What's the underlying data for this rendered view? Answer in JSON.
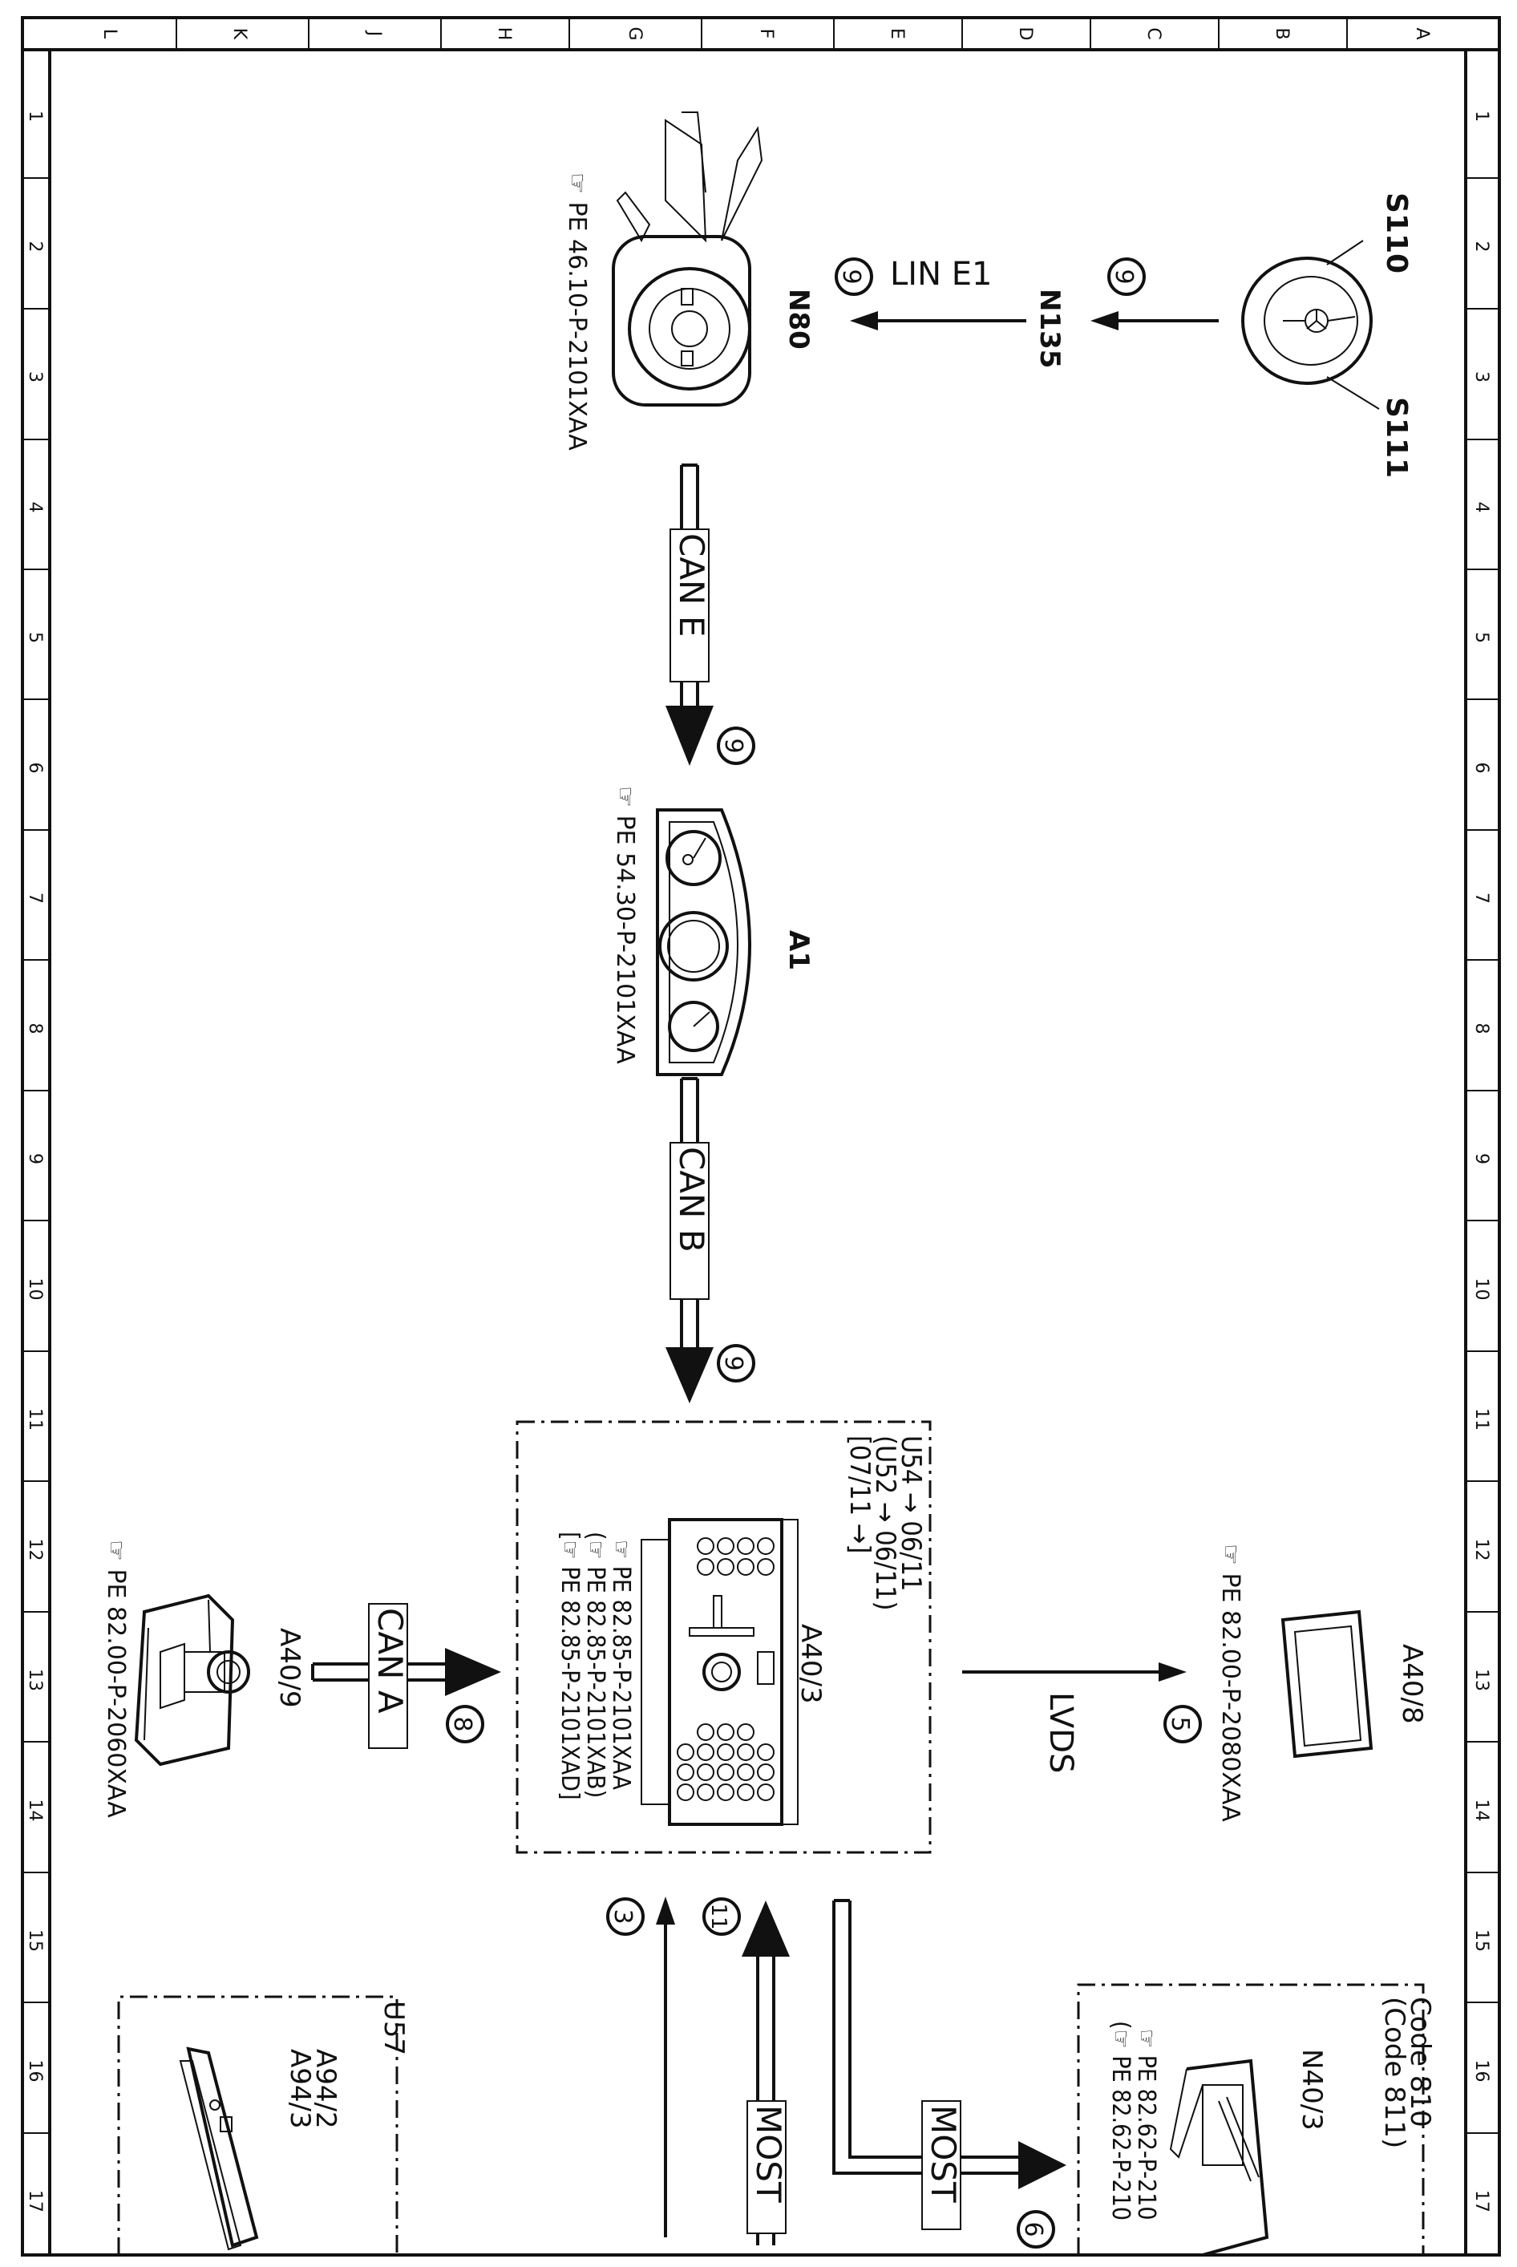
{
  "border": {
    "columns": [
      "L",
      "K",
      "J",
      "H",
      "G",
      "F",
      "E",
      "D",
      "C",
      "B",
      "A"
    ],
    "rows": [
      "1",
      "2",
      "3",
      "4",
      "5",
      "6",
      "7",
      "8",
      "9",
      "10",
      "11",
      "12",
      "13",
      "14",
      "15",
      "16",
      "17"
    ]
  },
  "components": {
    "s110": "S110",
    "s111": "S111",
    "n135": "N135",
    "n80": "N80",
    "a1": "A1",
    "a40_3": "A40/3",
    "a40_8": "A40/8",
    "a40_9": "A40/9",
    "n40_3": "N40/3",
    "a94_2": "A94/2",
    "a94_3": "A94/3"
  },
  "bus_labels": {
    "lin_e1": "LIN E1",
    "can_e": "CAN E",
    "can_b": "CAN B",
    "can_a": "CAN A",
    "lvds": "LVDS",
    "most_a": "MOST",
    "most_b": "MOST"
  },
  "circled_numbers": {
    "c9a": "9",
    "c9b": "9",
    "c9c": "9",
    "c9d": "9",
    "c8": "8",
    "c5": "5",
    "c3": "3",
    "c11": "11",
    "c6": "6"
  },
  "refs": {
    "n80": "PE 46.10-P-2101XAA",
    "a1": "PE 54.30-P-2101XAA",
    "a40_9": "PE 82.00-P-2060XAA",
    "a40_8": "PE 82.00-P-2080XAA",
    "a40_3_1": "PE 82.85-P-2101XAA",
    "a40_3_2": "(",
    "a40_3_2b": "PE 82.85-P-2101XAB)",
    "a40_3_3": "[",
    "a40_3_3b": "PE 82.85-P-2101XAD]",
    "n40_3_1": "PE 82.62-P-210",
    "n40_3_2": "(",
    "n40_3_2b": "PE 82.62-P-210"
  },
  "notes": {
    "u54": "U54 → 06/11",
    "u52": "(U52 → 06/11)",
    "d0711": "[07/11 →]",
    "code810": "Code 810",
    "code811": "(Code 811)",
    "u57": "U57"
  }
}
